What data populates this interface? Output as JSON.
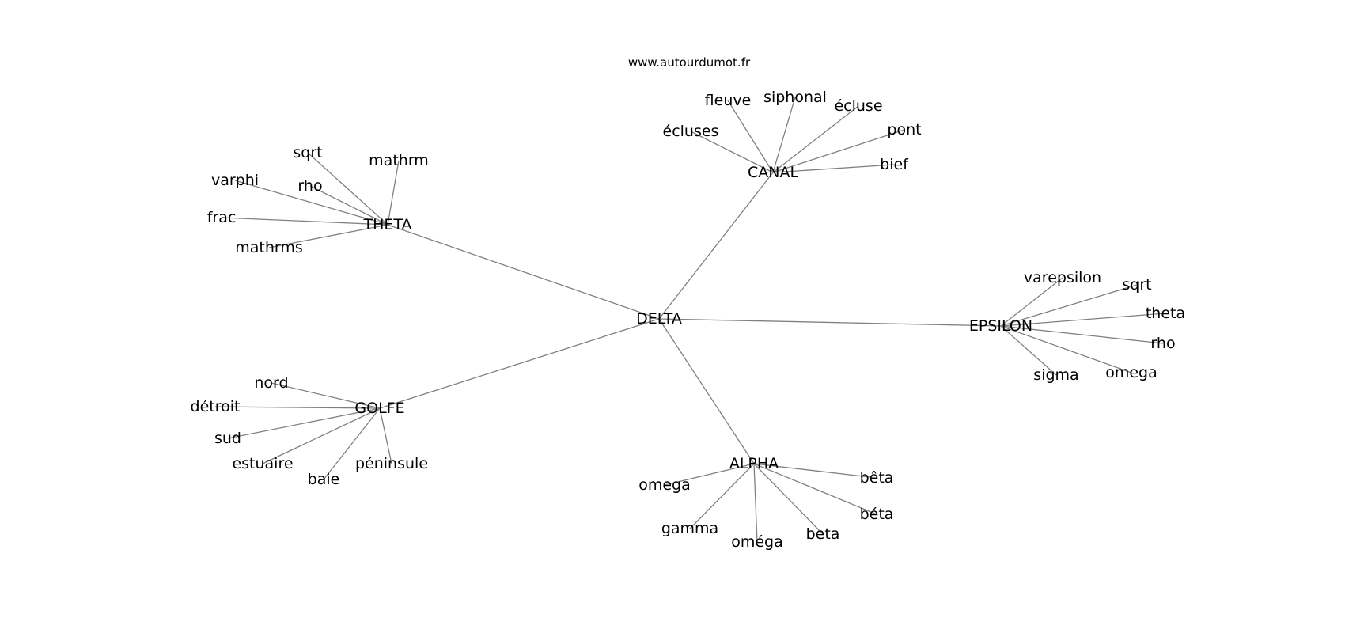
{
  "watermark": "www.autourdumot.fr",
  "graph": {
    "center": "DELTA",
    "hubs": [
      {
        "label": "CANAL",
        "leaves": [
          "écluses",
          "fleuve",
          "siphonal",
          "écluse",
          "pont",
          "bief"
        ]
      },
      {
        "label": "THETA",
        "leaves": [
          "sqrt",
          "mathrm",
          "varphi",
          "rho",
          "frac",
          "mathrms"
        ]
      },
      {
        "label": "EPSILON",
        "leaves": [
          "varepsilon",
          "sqrt",
          "theta",
          "rho",
          "omega",
          "sigma"
        ]
      },
      {
        "label": "GOLFE",
        "leaves": [
          "nord",
          "détroit",
          "sud",
          "estuaire",
          "baie",
          "péninsule"
        ]
      },
      {
        "label": "ALPHA",
        "leaves": [
          "omega",
          "gamma",
          "oméga",
          "beta",
          "béta",
          "bêta"
        ]
      }
    ]
  }
}
